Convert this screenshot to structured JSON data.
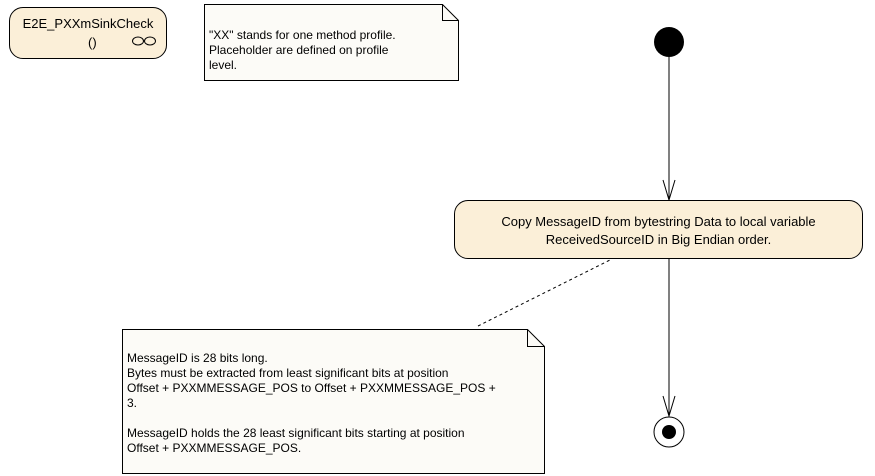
{
  "activity": {
    "name": "E2E_PXXmSinkCheck",
    "params": "()"
  },
  "notes": {
    "method_profile": "\"XX\" stands for one method profile.\nPlaceholder are defined on profile\nlevel.",
    "message_id": "MessageID is 28 bits long.\nBytes must be extracted from least significant bits at position\nOffset + PXXMMESSAGE_POS to Offset + PXXMMESSAGE_POS +\n3.\n\nMessageID holds the 28 least significant bits starting at position\nOffset + PXXMMESSAGE_POS."
  },
  "action": {
    "label": "Copy MessageID from bytestring Data to local variable\nReceivedSourceID in Big Endian order."
  },
  "colors": {
    "action_fill": "#fbefd8",
    "note_fill": "#fcfbf7",
    "stroke": "#000000"
  }
}
